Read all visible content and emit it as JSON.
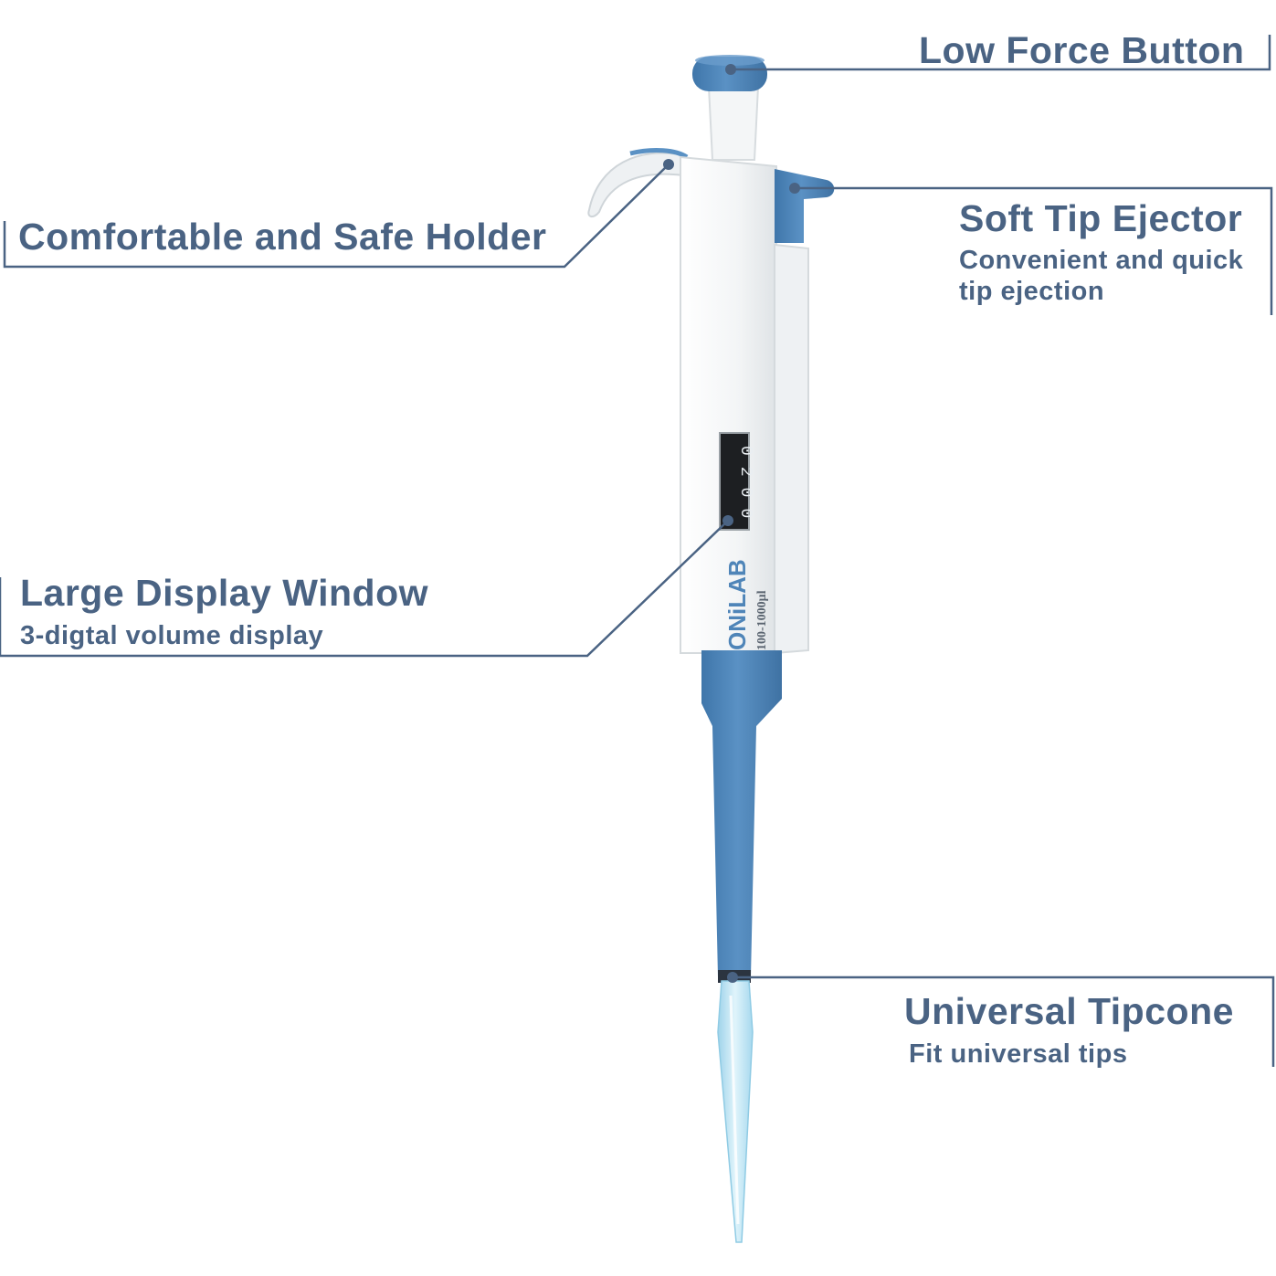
{
  "colors": {
    "text": "#4a6383",
    "leader": "#4a6383",
    "pipette_blue": "#4f85b8",
    "pipette_body": "#f2f4f5",
    "tip": "#bfe3f2"
  },
  "callouts": {
    "low_force": {
      "title": "Low Force Button"
    },
    "holder": {
      "title": "Comfortable and Safe Holder"
    },
    "ejector": {
      "title": "Soft Tip Ejector",
      "sub_line1": "Convenient and quick",
      "sub_line2": "tip ejection"
    },
    "display": {
      "title": "Large Display Window",
      "sub": "3-digtal volume display"
    },
    "tipcone": {
      "title": "Universal Tipcone",
      "sub": "Fit universal tips"
    }
  },
  "pipette": {
    "brand": "ONiLAB",
    "range": "100-1000μl",
    "digits": [
      "0",
      "2",
      "0",
      "0"
    ]
  }
}
